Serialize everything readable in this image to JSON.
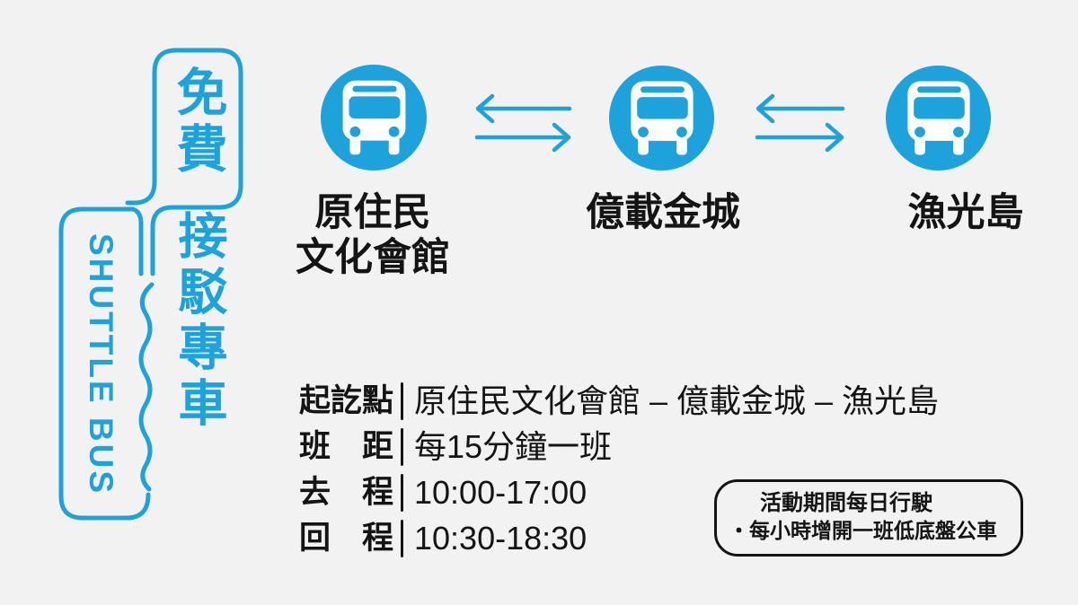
{
  "canvas": {
    "background": "#f2f2f3",
    "accent": "#1ea2dc",
    "ink": "#141414"
  },
  "banner": {
    "free": "免費",
    "shuttle": "接駁專車",
    "english": "SHUTTLE BUS"
  },
  "route": {
    "stations": [
      {
        "line1": "原住民",
        "line2": "文化會館"
      },
      {
        "line1": "億載金城",
        "line2": ""
      },
      {
        "line1": "漁光島",
        "line2": ""
      }
    ]
  },
  "schedule": {
    "rows": [
      {
        "label": "起訖點",
        "value": "原住民文化會館 – 億載金城 – 漁光島"
      },
      {
        "label": "班　距",
        "value": "每15分鐘一班"
      },
      {
        "label": "去　程",
        "value": "10:00-17:00"
      },
      {
        "label": "回　程",
        "value": "10:30-18:30"
      }
    ]
  },
  "note": {
    "title": "活動期間每日行駛",
    "bullet": "・",
    "detail": "每小時增開一班低底盤公車"
  }
}
